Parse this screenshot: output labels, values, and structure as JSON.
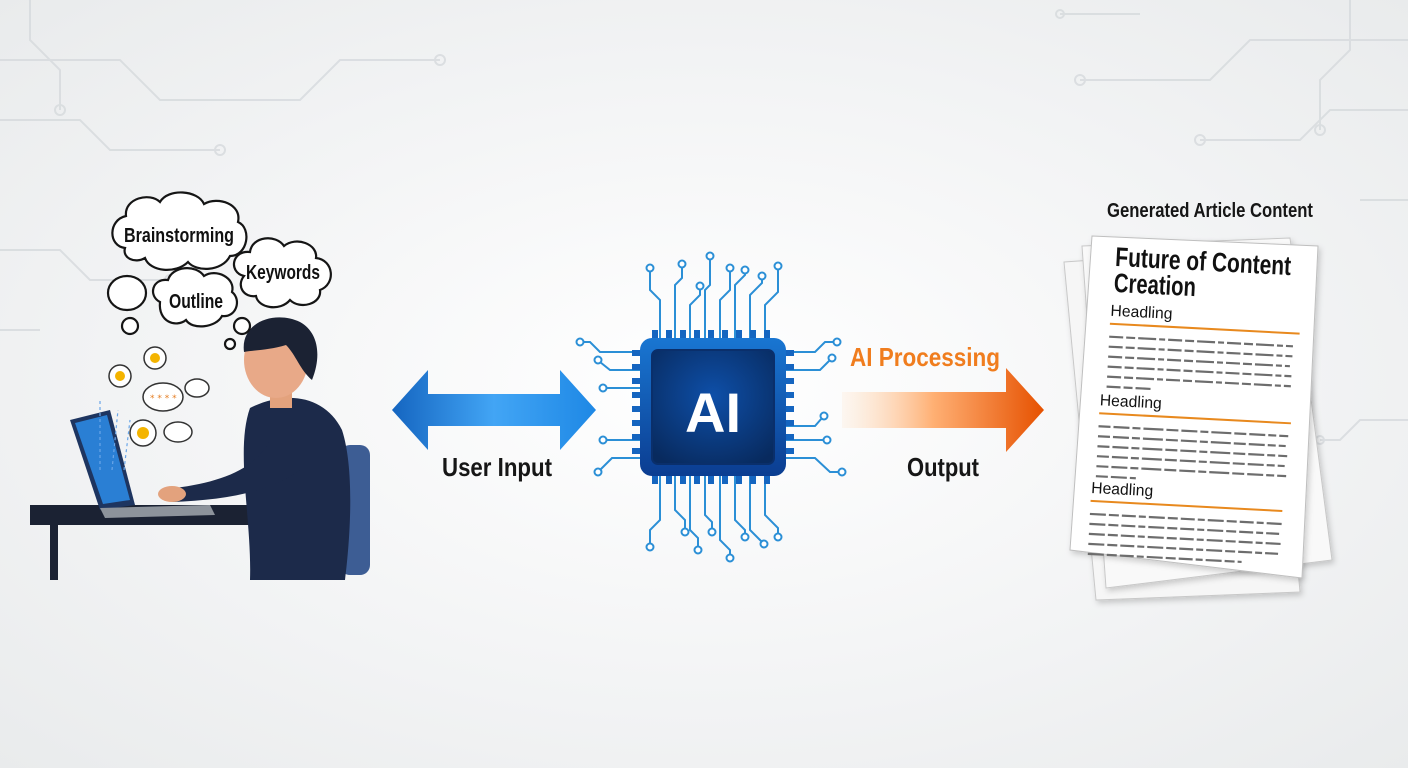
{
  "thought_bubbles": {
    "brainstorming": "Brainstorming",
    "keywords": "Keywords",
    "outline": "Outline"
  },
  "flow": {
    "user_input": "User Input",
    "ai_chip": "AI",
    "ai_processing": "AI Processing",
    "output": "Output"
  },
  "document": {
    "caption": "Generated Article Content",
    "title_line1": "Future of Content",
    "title_line2": "Creation",
    "sections": [
      "Headling",
      "Headling",
      "Headling"
    ]
  },
  "colors": {
    "blue_accent": "#1e88e5",
    "chip_blue": "#0d47a1",
    "orange_accent": "#ef6c00",
    "person_navy": "#1c2a4a"
  },
  "icons": [
    "person-at-laptop-icon",
    "thought-cloud-icon",
    "ai-chip-icon",
    "bidirectional-arrow-icon",
    "right-arrow-icon",
    "document-stack-icon",
    "lightbulb-icon"
  ]
}
